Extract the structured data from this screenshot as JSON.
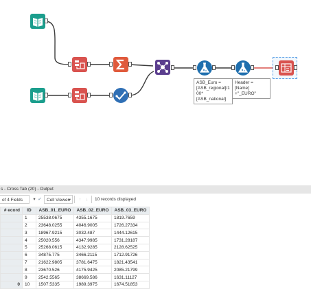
{
  "canvas": {
    "annotations": {
      "formula_euro": [
        "ASB_Euro =",
        "[ASB_regional]/1",
        "00*",
        "[ASB_national]"
      ],
      "formula_header": [
        "Header = [Name]",
        "+\"_EURO\""
      ]
    }
  },
  "results": {
    "title": "s - Cross Tab (20) - Output",
    "toolbar": {
      "fields": "of 4 Fields",
      "viewer": "Cell Viewer",
      "status": "10 records displayed"
    },
    "columns": [
      "ecord #",
      "ID",
      "ASB_01_EURO",
      "ASB_02_EURO",
      "ASB_03_EURO"
    ],
    "rows": [
      [
        "",
        "1",
        "25538.0675",
        "4355.1675",
        "1819.7659"
      ],
      [
        "",
        "2",
        "23648.0255",
        "4046.9005",
        "1726.27334"
      ],
      [
        "",
        "3",
        "18967.9215",
        "3032.487",
        "1444.12615"
      ],
      [
        "",
        "4",
        "25020.556",
        "4347.9985",
        "1731.28187"
      ],
      [
        "",
        "5",
        "25268.0615",
        "4132.9285",
        "2128.62525"
      ],
      [
        "",
        "6",
        "34875.775",
        "3466.2115",
        "1712.91726"
      ],
      [
        "",
        "7",
        "21622.9805",
        "3781.6475",
        "1821.43541"
      ],
      [
        "",
        "8",
        "23670.526",
        "4175.9425",
        "2085.21799"
      ],
      [
        "",
        "9",
        "2542.5565",
        "38669.586",
        "1631.11127"
      ],
      [
        "0",
        "10",
        "1507.5335",
        "1989.3975",
        "1674.51853"
      ]
    ]
  },
  "colors": {
    "input": "#1b9e8d",
    "transform": "#d9534f",
    "join": "#5b3e8e",
    "filter": "#2f6fb5",
    "formula": "#1f6fae",
    "connector": "#3c3c3c",
    "selection": "#5aa0e6"
  },
  "icons": {
    "input": "book-icon",
    "transform": "arrange-icon",
    "summarize": "sigma-icon",
    "join": "union-icon",
    "filter": "checkmark-icon",
    "formula": "flask-icon"
  }
}
